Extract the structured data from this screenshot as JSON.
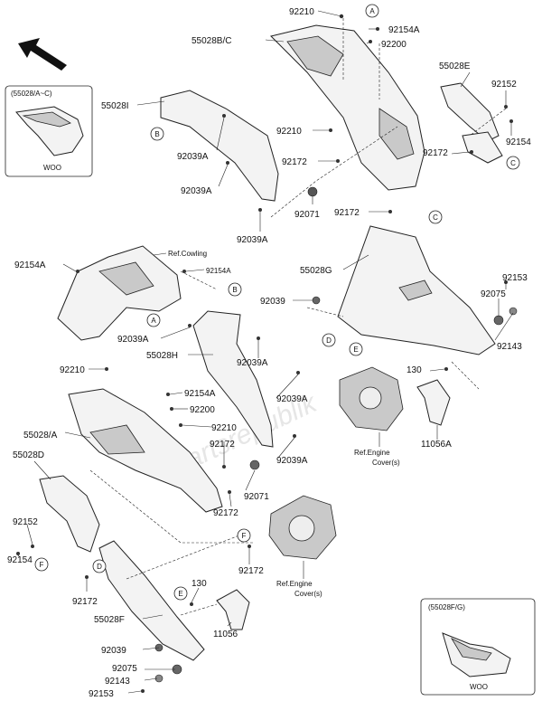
{
  "labels": {
    "p92210_top": "92210",
    "p92154A_top": "92154A",
    "p55028BC": "55028B/C",
    "p92200_top": "92200",
    "p55028E": "55028E",
    "p92152_right": "92152",
    "p55028I": "55028I",
    "p92154_right": "92154",
    "p92210_mid": "92210",
    "p92039A_1": "92039A",
    "p92172_mid1": "92172",
    "p92172_mid2": "92172",
    "p92039A_2": "92039A",
    "p92071_top": "92071",
    "p92172_mid3": "92172",
    "p92039A_3": "92039A",
    "p92154A_left": "92154A",
    "p92154A_ref": "92154A",
    "p55028G": "55028G",
    "p92153_right": "92153",
    "p92039_right": "92039",
    "p92075_right": "92075",
    "p92039A_4": "92039A",
    "p55028H": "55028H",
    "p92039A_5": "92039A",
    "p92143_right": "92143",
    "p92210_low": "92210",
    "p92154A_low": "92154A",
    "p92039A_6": "92039A",
    "p130_right": "130",
    "p92200_low": "92200",
    "p55028A": "55028/A",
    "p92210_low2": "92210",
    "p11056A": "11056A",
    "p92172_low": "92172",
    "p92039A_7": "92039A",
    "p55028D": "55028D",
    "p92071_low": "92071",
    "p92172_low2": "92172",
    "p92152_left": "92152",
    "p92154_left": "92154",
    "p92172_low3": "92172",
    "p130_low": "130",
    "p92172_left": "92172",
    "p55028F": "55028F",
    "p11056": "11056",
    "p92039_low": "92039",
    "p92075_low": "92075",
    "p92143_low": "92143",
    "p92153_low": "92153"
  },
  "refs": {
    "ref_cowling": "Ref.Cowling",
    "ref_engine_right_1": "Ref.Engine",
    "ref_engine_right_2": "Cover(s)",
    "ref_engine_low_1": "Ref.Engine",
    "ref_engine_low_2": "Cover(s)"
  },
  "insets": {
    "top_title": "(55028/A~C)",
    "top_caption": "WOO",
    "bottom_title": "(55028F/G)",
    "bottom_caption": "WOO"
  },
  "callouts": {
    "A": "A",
    "B": "B",
    "C": "C",
    "D": "D",
    "E": "E",
    "F": "F"
  },
  "watermark": "Partsrepublik"
}
